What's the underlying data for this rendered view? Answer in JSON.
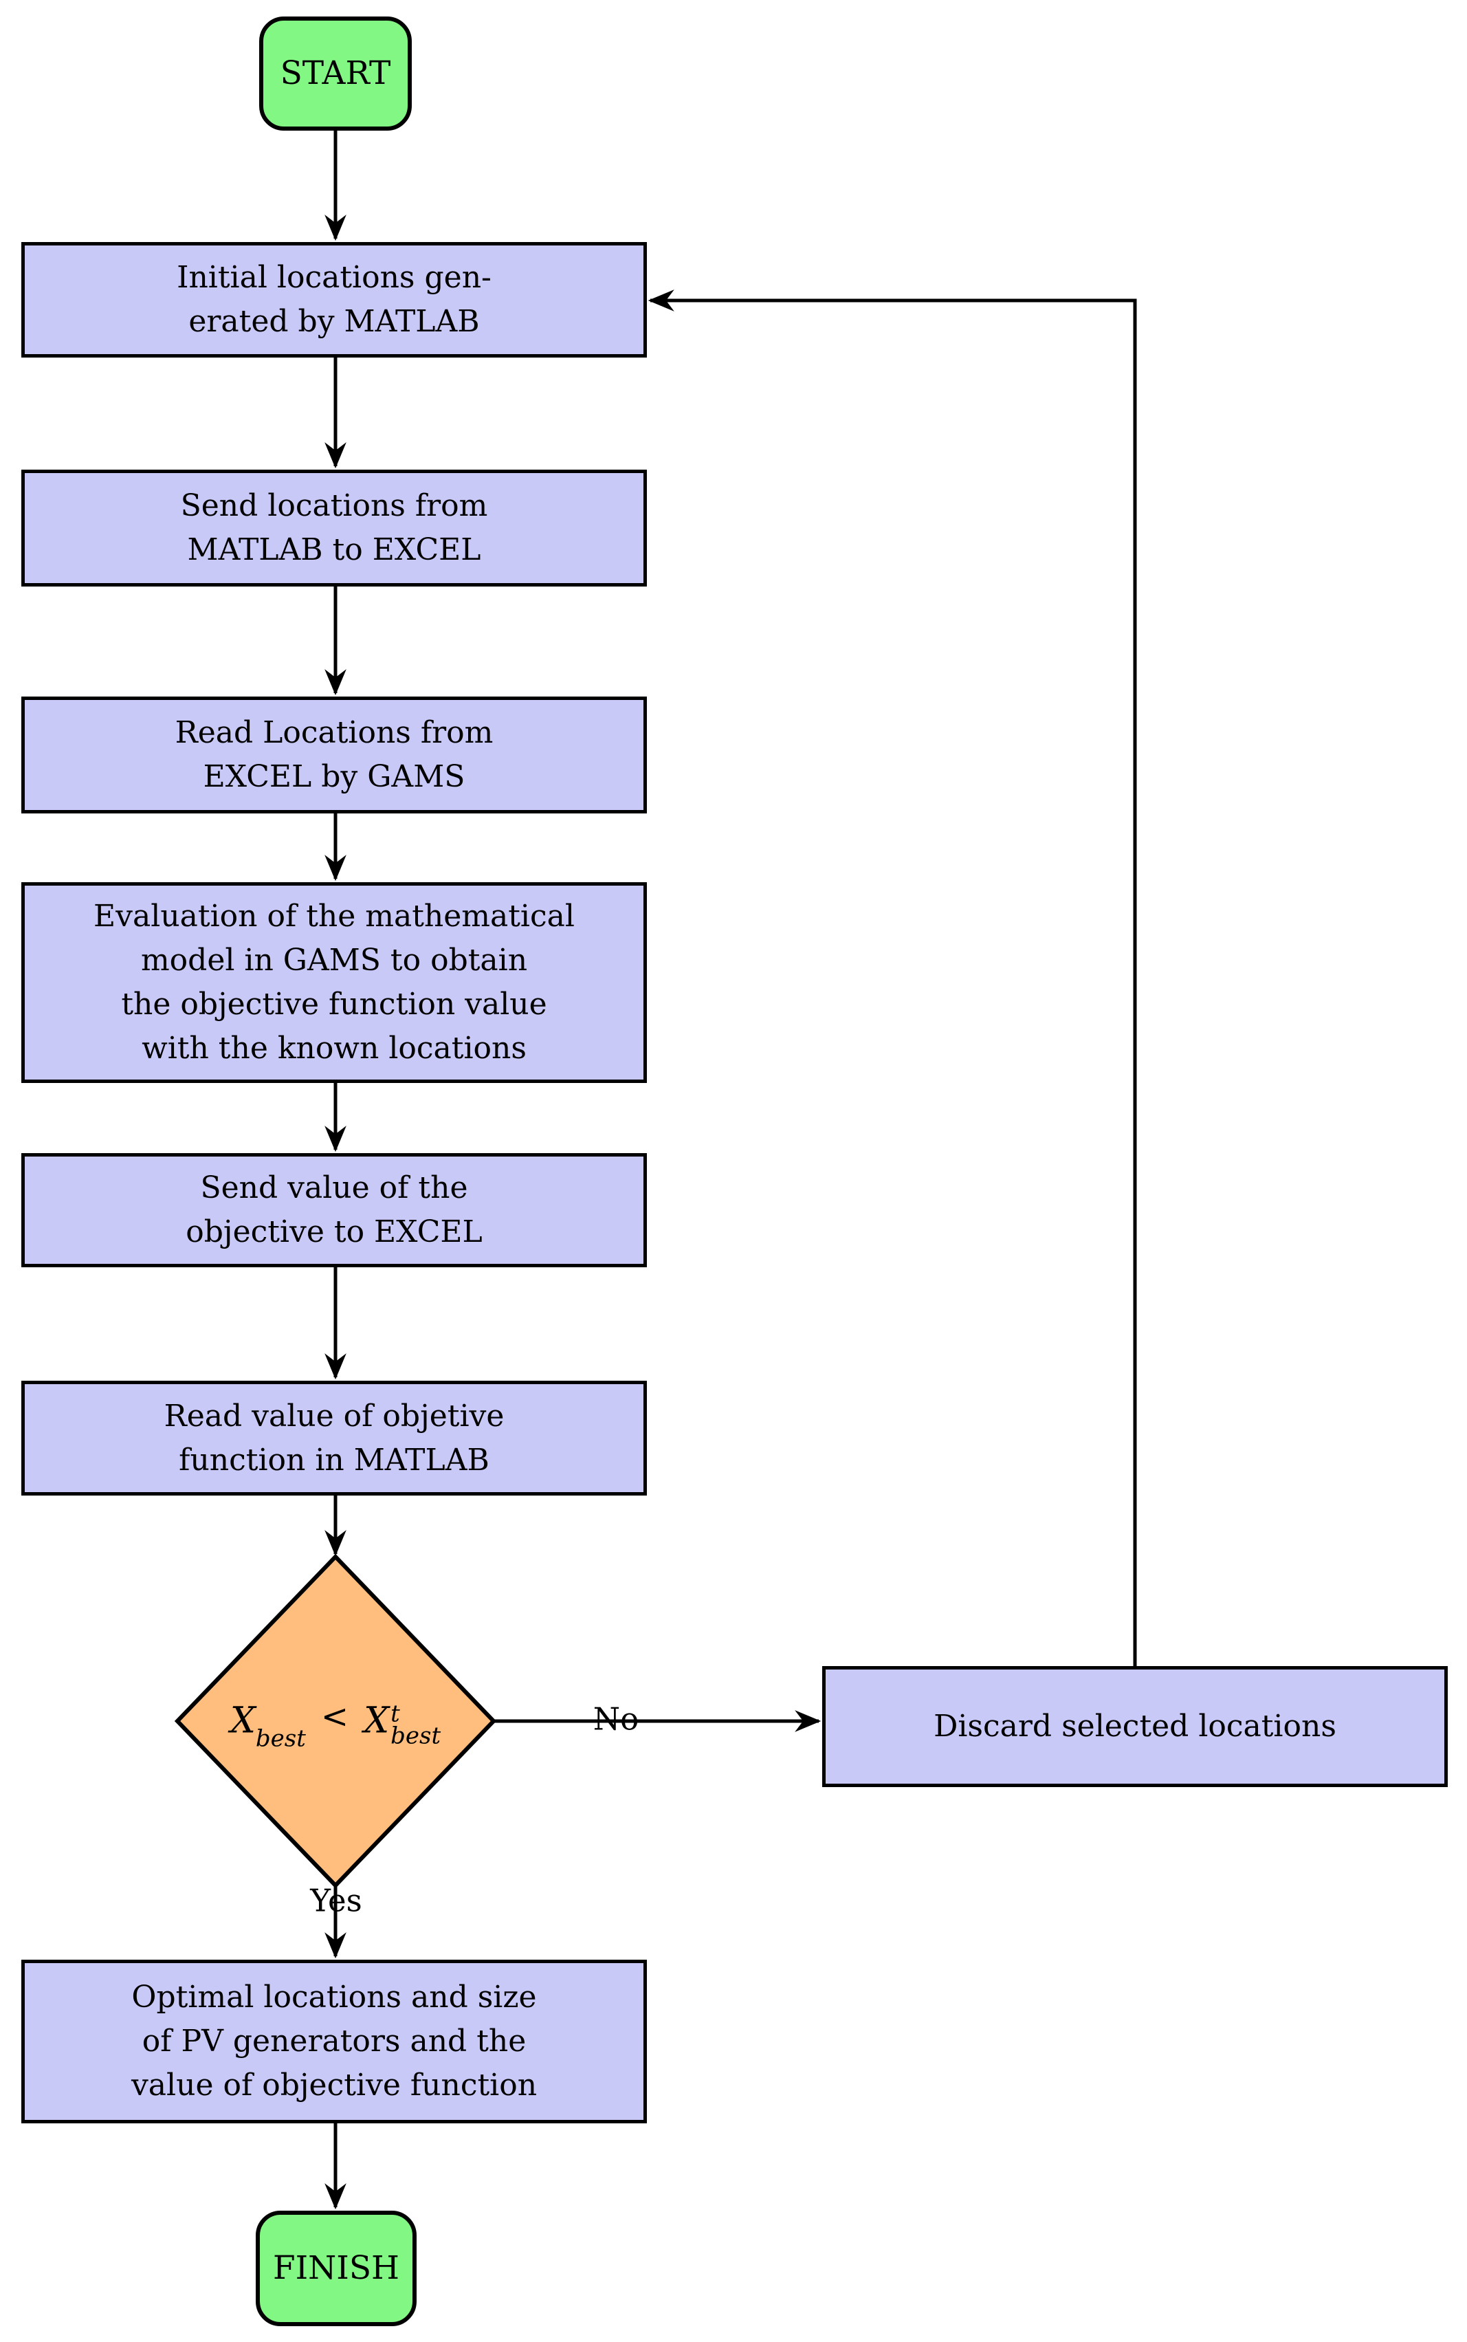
{
  "colors": {
    "line-color": "#000000",
    "process-fill": "#c9c9f7",
    "decision-fill": "#ffbe7e",
    "terminal-fill": "#82f783",
    "background": "#ffffff",
    "text-color": "#000000"
  },
  "nodes": {
    "start": {
      "label": "START",
      "type": "terminal"
    },
    "initial_locations": {
      "label": "Initial locations gen-\nerated by MATLAB",
      "type": "process"
    },
    "send_locations": {
      "label": "Send locations from\nMATLAB to EXCEL",
      "type": "process"
    },
    "read_locations": {
      "label": "Read Locations from\nEXCEL by GAMS",
      "type": "process"
    },
    "evaluation": {
      "label": "Evaluation of the mathematical\nmodel in GAMS to obtain\nthe objective function value\nwith the known locations",
      "type": "process"
    },
    "send_value": {
      "label": "Send value of the\nobjective to EXCEL",
      "type": "process"
    },
    "read_value": {
      "label": "Read value of objetive\nfunction in MATLAB",
      "type": "process"
    },
    "decision": {
      "type": "decision",
      "lhs_base": "X",
      "lhs_sub": "best",
      "operator": "<",
      "rhs_base": "X",
      "rhs_sup": "t",
      "rhs_sub": "best"
    },
    "discard": {
      "label": "Discard selected locations",
      "type": "process"
    },
    "optimal": {
      "label": "Optimal locations and size\nof PV generators and the\nvalue of objective function",
      "type": "process"
    },
    "finish": {
      "label": "FINISH",
      "type": "terminal"
    }
  },
  "edge_labels": {
    "yes": "Yes",
    "no": "No"
  }
}
